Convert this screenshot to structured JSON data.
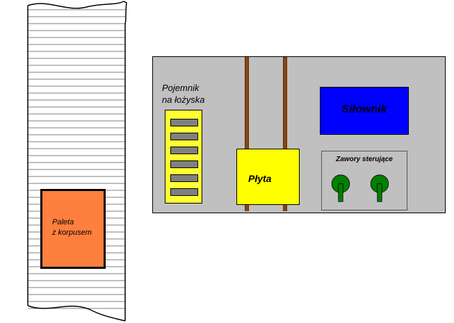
{
  "pallet": {
    "line1": "Paleta",
    "line2": "z korpusem"
  },
  "bearing_container": {
    "line1": "Pojemnik",
    "line2": "na łożyska",
    "slot_count": 6
  },
  "plate": {
    "label": "Płyta"
  },
  "actuator": {
    "label": "Siłownik"
  },
  "valves": {
    "label": "Zawory sterujące",
    "count": 2
  },
  "colors": {
    "panel": "#c0c0c0",
    "pallet": "#ff7f3f",
    "container": "#ffff33",
    "plate": "#ffff00",
    "actuator": "#0000ff",
    "rail": "#8b4513",
    "valve": "#008000"
  }
}
